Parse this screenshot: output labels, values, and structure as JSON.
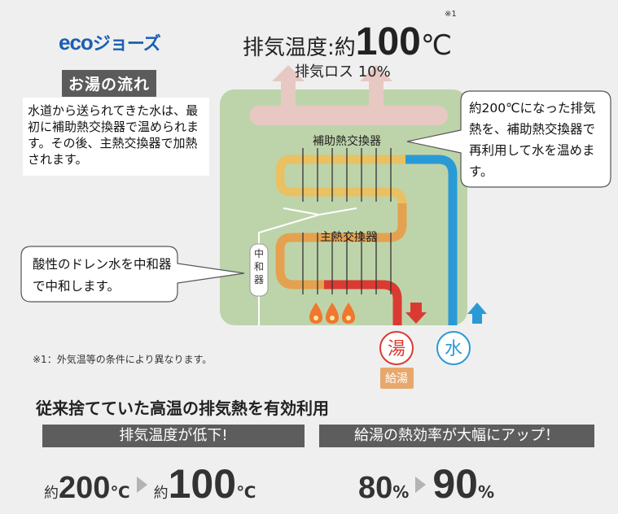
{
  "logo": {
    "eco": "eco",
    "jozu": "ジョーズ"
  },
  "flow_label": "お湯の流れ",
  "description": "水道から送られてきた水は、最初に補助熱交換器で温められます。その後、主熱交換器で加熱されます。",
  "exhaust_temp": {
    "prefix": "排気温度:約",
    "value": "100",
    "unit": "℃",
    "note_mark": "※1"
  },
  "exhaust_loss": "排気ロス 10%",
  "diagram": {
    "sub_exchanger": "補助熱交換器",
    "main_exchanger": "主熱交換器",
    "neutralizer": "中和器",
    "hot_water_symbol": "湯",
    "water_symbol": "水",
    "hot_supply": "給湯"
  },
  "callout_right": "約200℃になった排気熱を、補助熱交換器で再利用して水を温めます。",
  "callout_left": "酸性のドレン水を中和器で中和します。",
  "footnote": "※1：外気温等の条件により異なります。",
  "bottom": {
    "title": "従来捨てていた高温の排気熱を有効利用",
    "left_bar": "排気温度が低下!",
    "right_bar": "給湯の熱効率が大幅にアップ！",
    "temp_from_prefix": "約",
    "temp_from": "200",
    "temp_unit": "℃",
    "temp_to_prefix": "約",
    "temp_to": "100",
    "eff_from": "80",
    "eff_to": "90",
    "eff_unit": "%"
  },
  "colors": {
    "panel": "#bdd4aa",
    "exhaust": "#e7c8c3",
    "sub_pipe": "#e9c162",
    "main_pipe": "#e5a14f",
    "hot_pipe": "#db3a33",
    "cold_pipe": "#2a9ad6",
    "flame": "#f0772d",
    "dark_bar": "#5d5d5d"
  }
}
